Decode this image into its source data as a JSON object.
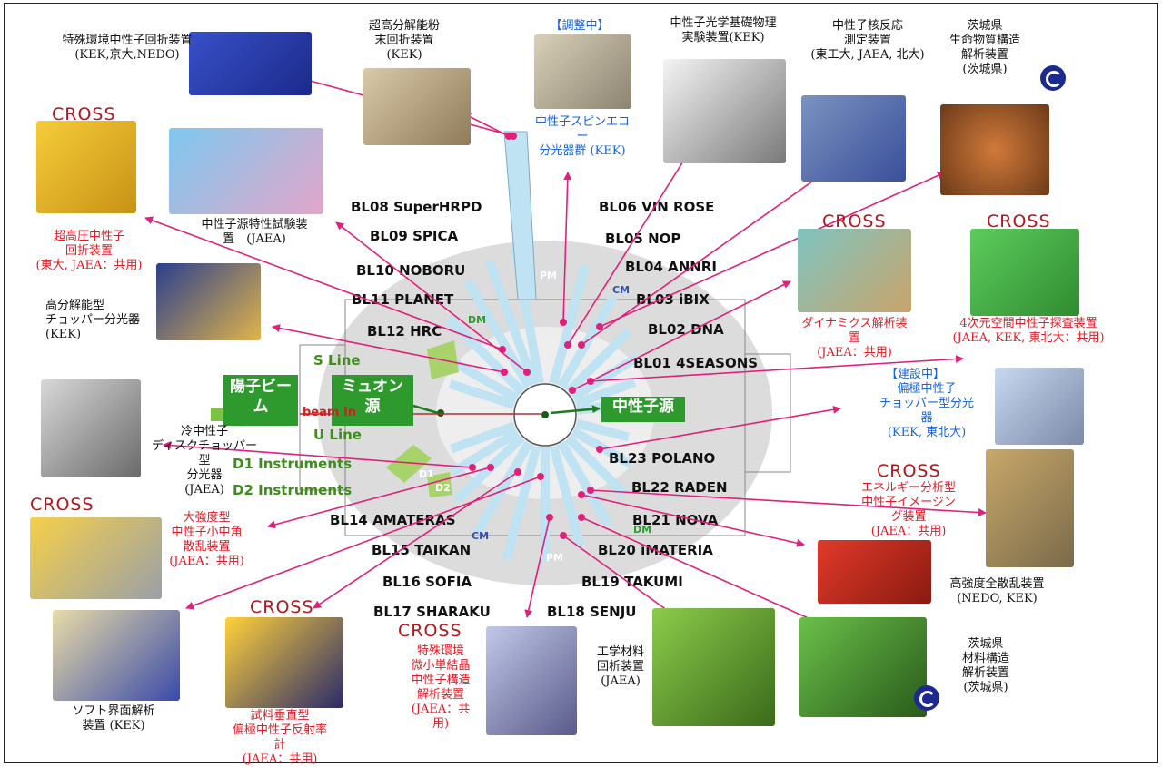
{
  "center": {
    "neutron_source": "中性子源",
    "muon_source": "ミュオン\n源",
    "proton_beam": "陽子ビー\nム",
    "beam_in": "beam In",
    "s_line": "S Line",
    "u_line": "U Line",
    "d1_instruments": "D1 Instruments",
    "d2_instruments": "D2 Instruments",
    "d1": "D1",
    "d2": "D2",
    "pm_top": "PM",
    "pm_bottom": "PM",
    "cm_top": "CM",
    "cm_bottom": "CM",
    "dm_left": "DM",
    "dm_right": "DM"
  },
  "beamlines": [
    "BL01 4SEASONS",
    "BL02 DNA",
    "BL03 iBIX",
    "BL04 ANNRI",
    "BL05 NOP",
    "BL06 VIN ROSE",
    "BL08 SuperHRPD",
    "BL09 SPICA",
    "BL10 NOBORU",
    "BL11 PLANET",
    "BL12 HRC",
    "BL14 AMATERAS",
    "BL15 TAIKAN",
    "BL16 SOFIA",
    "BL17 SHARAKU",
    "BL18 SENJU",
    "BL19 TAKUMI",
    "BL20 iMATERIA",
    "BL21 NOVA",
    "BL22 RADEN",
    "BL23 POLANO"
  ],
  "cross_label": "CROSS",
  "instruments": {
    "special_env_diffractometer": "特殊環境中性子回折装置\n(KEK,京大,NEDO)",
    "super_high_res_powder": "超高分解能粉\n末回折装置\n(KEK)",
    "adjusting": "【調整中】",
    "spin_echo": "中性子スピンエコ\nー\n分光器群 (KEK)",
    "fundamental_physics": "中性子光学基礎物理\n実験装置(KEK)",
    "nuclear_reaction": "中性子核反応\n測定装置\n(東工大, JAEA, 北大)",
    "ibaraki_bio": "茨城県\n生命物質構造\n解析装置\n(茨城県)",
    "high_pressure": "超高圧中性子\n回折装置\n(東大, JAEA：共用)",
    "source_characterization": "中性子源特性試験装\n置　(JAEA)",
    "high_res_chopper": "高分解能型\nチョッパー分光器\n(KEK)",
    "dynamics": "ダイナミクス解析装\n置\n(JAEA：共用)",
    "four_d_space": "4次元空間中性子探査装置\n(JAEA, KEK, 東北大：共用)",
    "under_construction": "【建設中】",
    "polarized_chopper": "偏極中性子\nチョッパー型分光\n器\n(KEK, 東北大)",
    "cold_disk_chopper": "冷中性子\nディスクチョッパー\n型\n分光器\n(JAEA)",
    "small_angle": "大強度型\n中性子小中角\n散乱装置\n(JAEA：共用)",
    "energy_imaging": "エネルギー分析型\n中性子イメージン\nグ装置\n(JAEA：共用)",
    "total_scattering": "高強度全散乱装置\n(NEDO, KEK)",
    "soft_interface": "ソフト界面解析\n装置 (KEK)",
    "vertical_reflectometer": "試料垂直型\n偏極中性子反射率\n計\n(JAEA：共用)",
    "single_crystal": "特殊環境\n微小単結晶\n中性子構造\n解析装置\n(JAEA：共\n用)",
    "engineering": "工学材料\n回析装置\n(JAEA)",
    "ibaraki_materials": "茨城県\n材料構造\n解析装置\n(茨城県)"
  },
  "colors": {
    "arrow": "#e0207a",
    "beamline_fill": "#bfe3f2",
    "shield_gray": "#dcdcdc",
    "green_box": "#2e9a2e",
    "cross_red": "#b0161c",
    "caption_red": "#e01b22",
    "caption_blue": "#1a64d6"
  }
}
